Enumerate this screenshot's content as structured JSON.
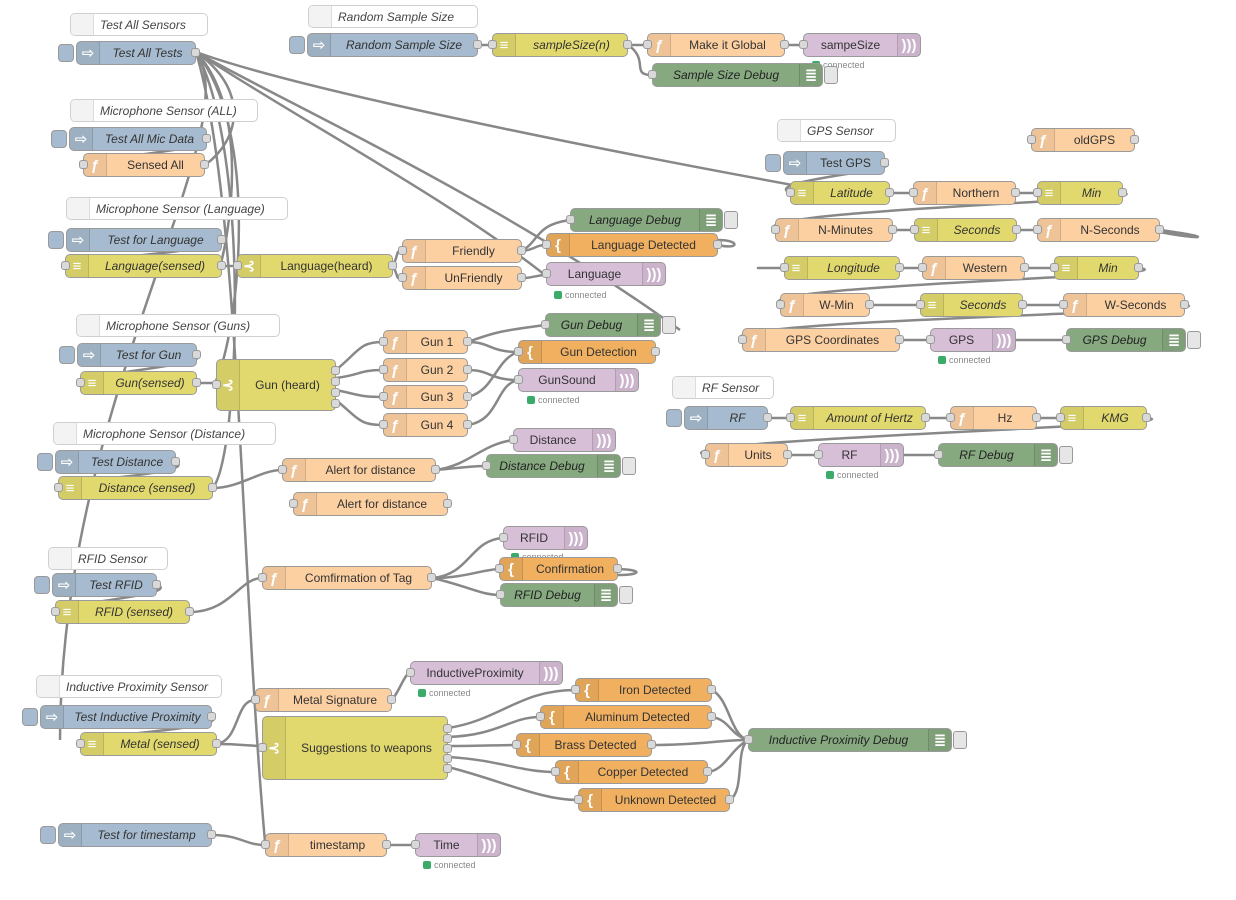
{
  "colors": {
    "inject": "#a6bbcf",
    "function": "#fdd0a2",
    "switch": "#e2d96e",
    "debug": "#87a980",
    "mqtt": "#d8bfd8",
    "template": "#f0b060",
    "comment": "#ffffff",
    "connected": "#3bab6a"
  },
  "comments": {
    "all_sensors": "Test All Sensors",
    "random": "Random Sample Size",
    "mic_all": "Microphone Sensor (ALL)",
    "mic_lang": "Microphone Sensor (Language)",
    "mic_guns": "Microphone Sensor (Guns)",
    "mic_dist": "Microphone Sensor (Distance)",
    "rfid": "RFID Sensor",
    "inductive": "Inductive Proximity Sensor",
    "gps": "GPS Sensor",
    "rf": "RF Sensor"
  },
  "nodes": {
    "test_all_tests": "Test All Tests",
    "random_sample_size": "Random Sample Size",
    "sample_size_n": "sampleSize(n)",
    "make_global": "Make it Global",
    "sampe_size": "sampeSize",
    "sample_size_debug": "Sample Size Debug",
    "test_all_mic": "Test All Mic Data",
    "sensed_all": "Sensed All",
    "test_language": "Test for Language",
    "language_sensed": "Language(sensed)",
    "language_heard": "Language(heard)",
    "friendly": "Friendly",
    "unfriendly": "UnFriendly",
    "language_debug": "Language Debug",
    "language_detected": "Language Detected",
    "language": "Language",
    "test_gun": "Test for Gun",
    "gun_sensed": "Gun(sensed)",
    "gun_heard": "Gun (heard)",
    "gun1": "Gun 1",
    "gun2": "Gun 2",
    "gun3": "Gun 3",
    "gun4": "Gun 4",
    "gun_debug": "Gun Debug",
    "gun_detection": "Gun Detection",
    "gun_sound": "GunSound",
    "test_distance": "Test Distance",
    "distance_sensed": "Distance (sensed)",
    "alert_distance_1": "Alert for distance",
    "alert_distance_2": "Alert for distance",
    "distance": "Distance",
    "distance_debug": "Distance Debug",
    "test_rfid": "Test RFID",
    "rfid_sensed": "RFID (sensed)",
    "confirmation_tag": "Comfirmation of Tag",
    "rfid": "RFID",
    "confirmation": "Confirmation",
    "rfid_debug": "RFID Debug",
    "test_inductive": "Test Inductive Proximity",
    "metal_sensed": "Metal (sensed)",
    "metal_signature": "Metal Signature",
    "inductive_proximity": "InductiveProximity",
    "suggestions": "Suggestions to weapons",
    "iron": "Iron Detected",
    "aluminum": "Aluminum Detected",
    "brass": "Brass Detected",
    "copper": "Copper Detected",
    "unknown": "Unknown Detected",
    "inductive_debug": "Inductive Proximity Debug",
    "test_timestamp": "Test for timestamp",
    "timestamp": "timestamp",
    "time": "Time",
    "old_gps": "oldGPS",
    "test_gps": "Test GPS",
    "latitude": "Latitude",
    "northern": "Northern",
    "lat_min": "Min",
    "n_minutes": "N-Minutes",
    "lat_seconds": "Seconds",
    "n_seconds": "N-Seconds",
    "longitude": "Longitude",
    "western": "Western",
    "lon_min": "Min",
    "w_min": "W-Min",
    "lon_seconds": "Seconds",
    "w_seconds": "W-Seconds",
    "gps_coordinates": "GPS Coordinates",
    "gps": "GPS",
    "gps_debug": "GPS Debug",
    "rf_inject": "RF",
    "amount_hertz": "Amount of Hertz",
    "hz": "Hz",
    "kmg": "KMG",
    "units": "Units",
    "rf_out": "RF",
    "rf_debug": "RF Debug"
  },
  "status": {
    "connected": "connected"
  }
}
